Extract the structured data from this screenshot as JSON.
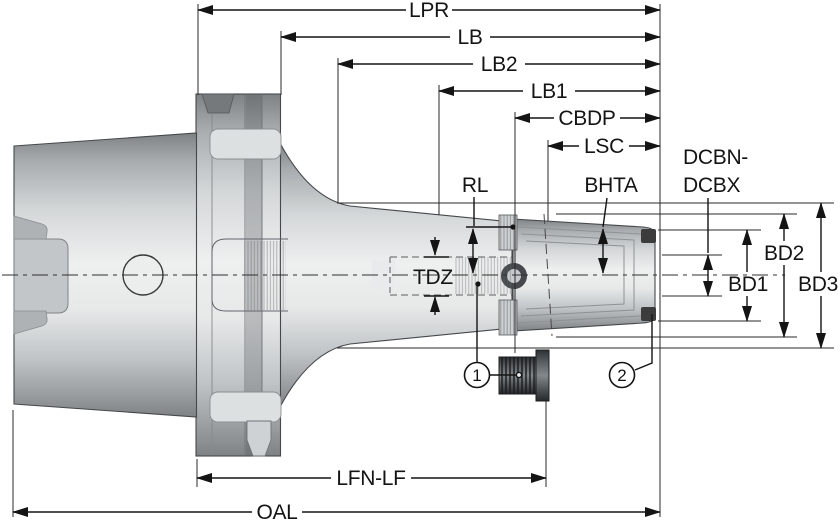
{
  "drawing_type": "tool-holder dimension drawing",
  "labels": {
    "lpr": "LPR",
    "lb": "LB",
    "lb2": "LB2",
    "lb1": "LB1",
    "cbdp": "CBDP",
    "lsc": "LSC",
    "dcbn_line1": "DCBN-",
    "dcbn_line2": "DCBX",
    "rl": "RL",
    "bhta": "BHTA",
    "tdz": "TDZ",
    "bd1": "BD1",
    "bd2": "BD2",
    "bd3": "BD3",
    "lfn_lf": "LFN-LF",
    "oal": "OAL"
  },
  "callouts": {
    "item1": "1",
    "item2": "2"
  },
  "colors": {
    "line": "#141414",
    "metal_light": "#eef0f0",
    "metal_mid": "#c2c6c8",
    "metal_dark": "#7e8284",
    "screw_dark": "#2e3133",
    "background": "#ffffff"
  }
}
